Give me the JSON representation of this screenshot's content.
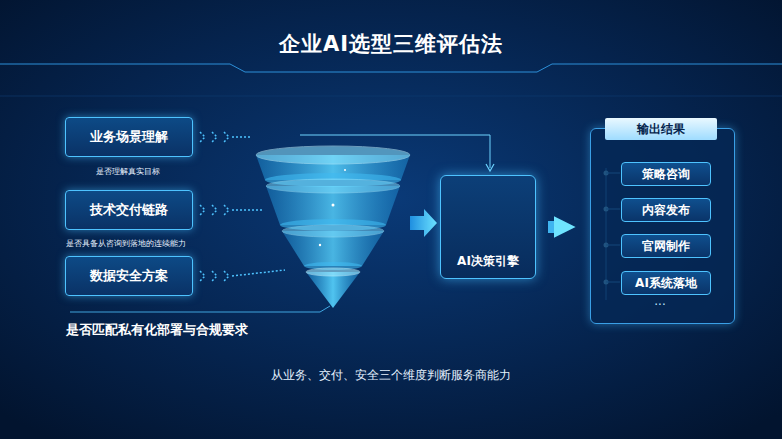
{
  "diagram": {
    "title": "企业AI选型三维评估法",
    "caption": "从业务、交付、安全三个维度判断服务商能力",
    "nodes": [
      {
        "text": [
          "业务场景理解",
          "是否理解真实目标"
        ]
      },
      {
        "text": [
          "技术交付链路",
          "是否具备从咨询到落地的连续能力"
        ]
      },
      {
        "text": [
          "数据安全方案",
          "是否匹配私有化部署与合规要求"
        ]
      },
      {
        "text": [
          "AI决策引擎"
        ]
      },
      {
        "text": [
          "输出结果"
        ]
      },
      {
        "text": [
          "策略咨询"
        ],
        "in": 4
      },
      {
        "text": [
          "内容发布"
        ],
        "in": 4
      },
      {
        "text": [
          "官网制作"
        ],
        "in": 4
      },
      {
        "text": [
          "AI系统落地"
        ],
        "in": 4
      }
    ],
    "edges": [
      {
        "from": 3,
        "to": 4,
        "arrow": "to"
      }
    ],
    "labels": [
      "···"
    ]
  }
}
